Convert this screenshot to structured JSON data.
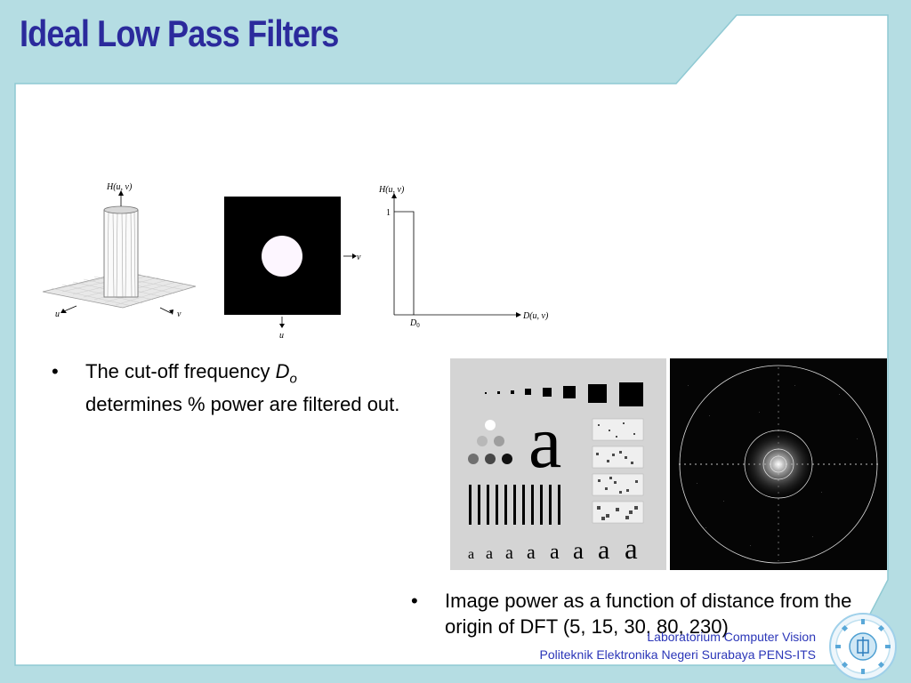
{
  "slide": {
    "title": "Ideal Low Pass Filters"
  },
  "figure_filter": {
    "surface_label": "H(u, v)",
    "surface_axis_u": "u",
    "surface_axis_v": "v",
    "image_axis_v": "v",
    "image_axis_u": "u",
    "profile_ylabel": "H(u, v)",
    "profile_ytick": "1",
    "profile_xtick": "D",
    "profile_xtick_sub": "0",
    "profile_xlabel": "D(u, v)"
  },
  "figure_power": {
    "test_pattern_letter": "a",
    "spectrum_circle_radii": [
      "5",
      "15",
      "30",
      "80",
      "230"
    ]
  },
  "bullets": [
    {
      "marker": "•",
      "text_before": "The cut-off frequency ",
      "symbol": "D",
      "symbol_sub": "o",
      "text_after": "determines % power are filtered out."
    },
    {
      "marker": "•",
      "text": "Image power as a function of distance from the origin of DFT (5, 15, 30, 80, 230)"
    }
  ],
  "footer": {
    "line1": "Laboratorium Computer Vision",
    "line2": "Politeknik Elektronika Negeri Surabaya PENS-ITS"
  },
  "colors": {
    "background": "#b5dde3",
    "panel": "#ffffff",
    "title": "#2b2a9c",
    "footer_text": "#2b36b8"
  }
}
